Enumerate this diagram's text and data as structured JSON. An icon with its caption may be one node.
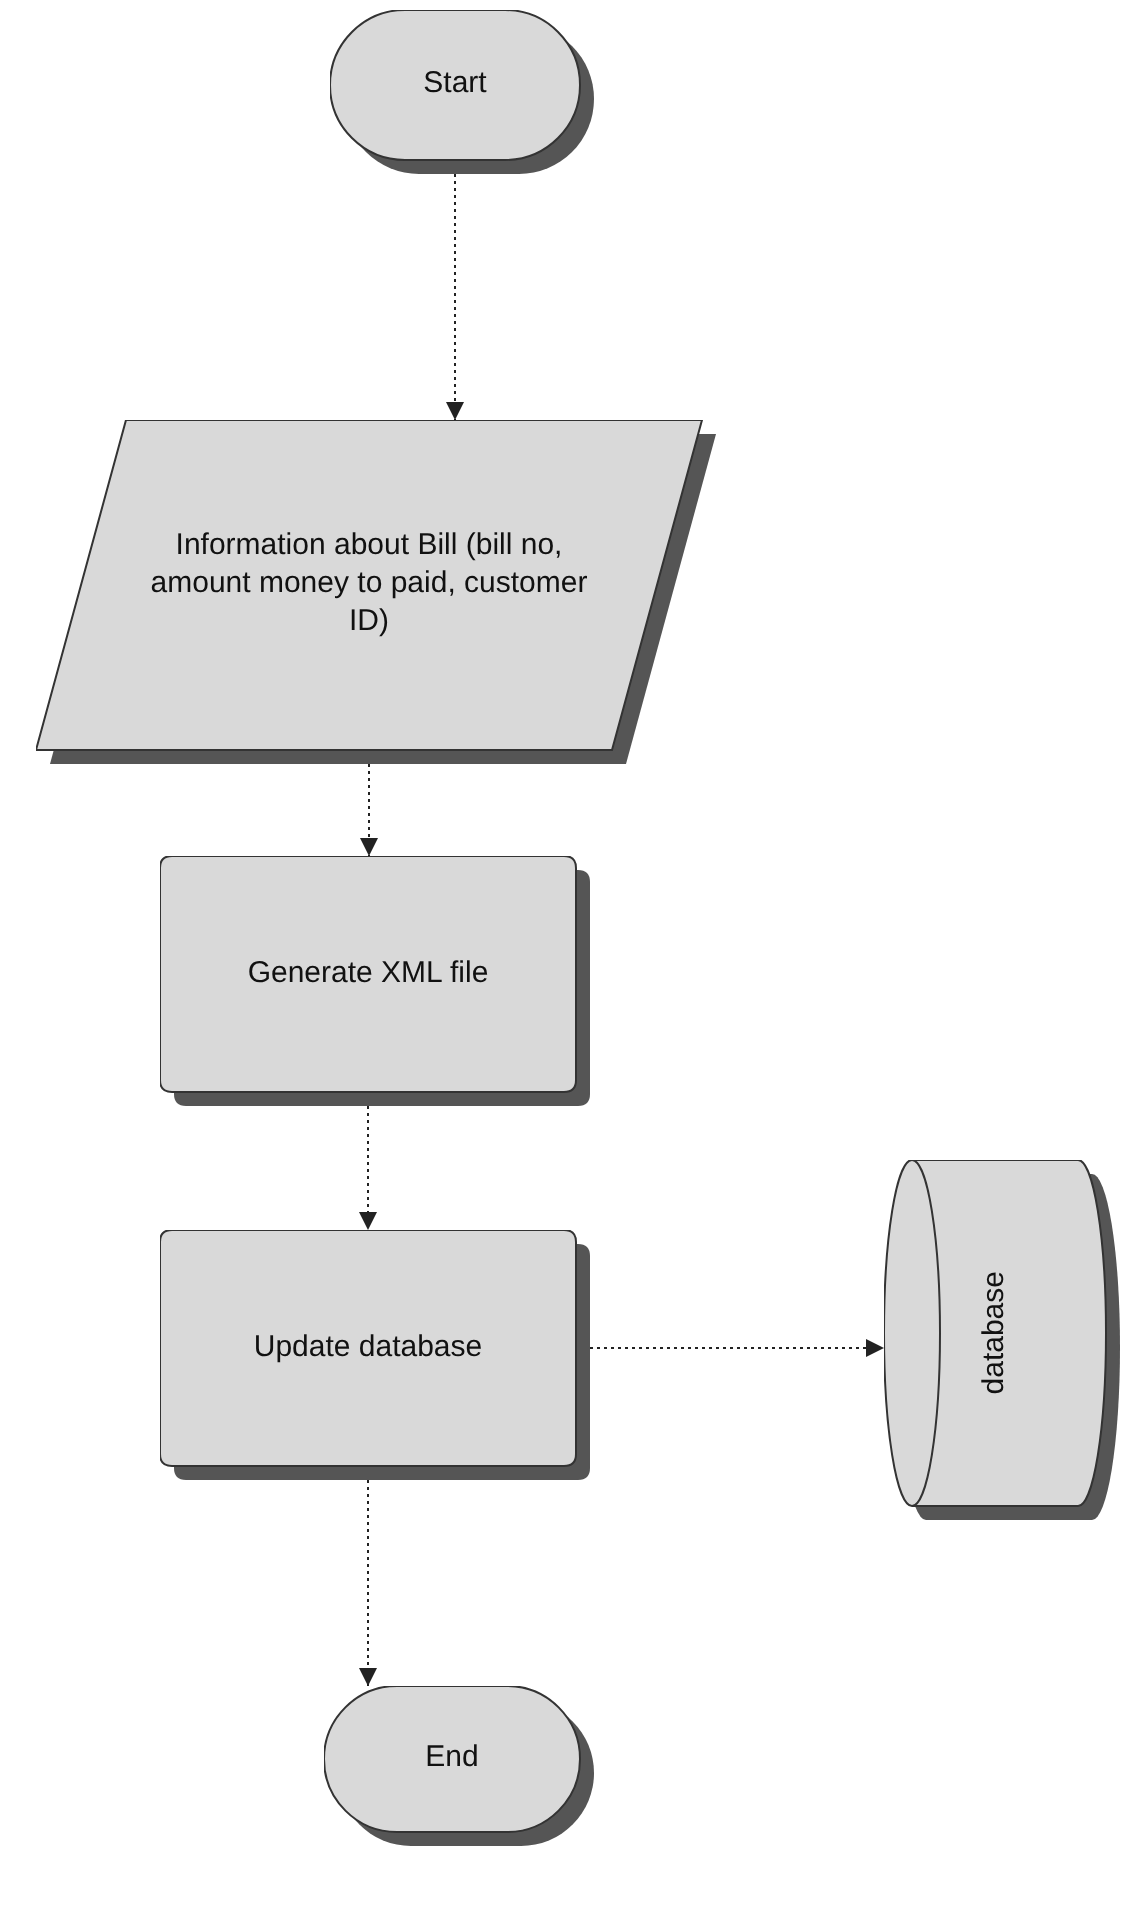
{
  "diagram": {
    "nodes": [
      {
        "text": [
          "Start"
        ]
      },
      {
        "text": [
          "Information about Bill (bill no, amount money to paid, customer ID)"
        ]
      },
      {
        "text": [
          "Generate XML file"
        ]
      },
      {
        "text": [
          "Update database"
        ]
      },
      {
        "text": [
          "database"
        ]
      },
      {
        "text": [
          "End"
        ]
      }
    ],
    "edges": [
      {
        "from": 0,
        "to": 1,
        "arrow": "to"
      },
      {
        "from": 1,
        "to": 2,
        "arrow": "to"
      },
      {
        "from": 2,
        "to": 3,
        "arrow": "to"
      },
      {
        "from": 3,
        "to": 4,
        "arrow": "to"
      },
      {
        "from": 3,
        "to": 5,
        "arrow": "to"
      }
    ]
  }
}
